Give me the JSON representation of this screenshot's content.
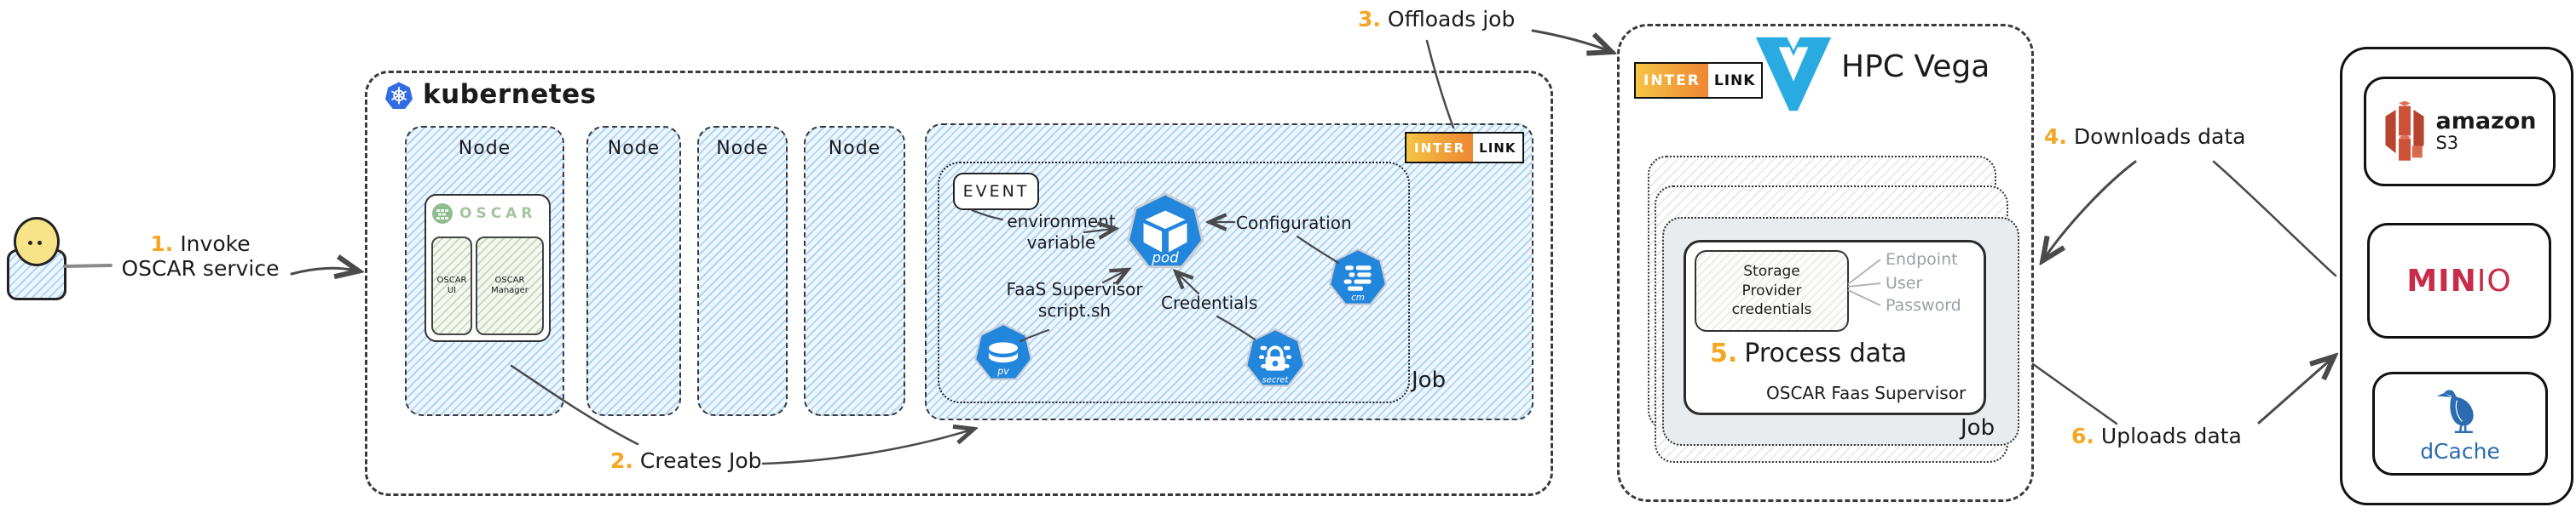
{
  "steps": {
    "s1": {
      "num": "1.",
      "label": "Invoke\nOSCAR service"
    },
    "s2": {
      "num": "2.",
      "label": "Creates Job"
    },
    "s3": {
      "num": "3.",
      "label": "Offloads job"
    },
    "s4": {
      "num": "4.",
      "label": "Downloads data"
    },
    "s5": {
      "num": "5.",
      "label": "Process data"
    },
    "s6": {
      "num": "6.",
      "label": "Uploads data"
    }
  },
  "kubernetes": {
    "title": "kubernetes",
    "node_label": "Node",
    "oscar": {
      "brand": "OSCAR",
      "ui": "OSCAR\nUI",
      "manager": "OSCAR\nManager"
    },
    "event": "EVENT",
    "env_var": "environment\nvariable",
    "configuration": "Configuration",
    "faas": "FaaS Supervisor\nscript.sh",
    "credentials": "Credentials",
    "icons": {
      "pod": "pod",
      "pv": "pv",
      "cm": "cm",
      "secret": "secret"
    },
    "job": "Job"
  },
  "interlink": {
    "left": "INTER",
    "right": "LINK"
  },
  "hpc": {
    "title": "HPC Vega",
    "creds_box": "Storage\nProvider\ncredentials",
    "fields": [
      "Endpoint",
      "User",
      "Password"
    ],
    "supervisor": "OSCAR Faas Supervisor",
    "job": "Job"
  },
  "storage": {
    "s3_line1": "amazon",
    "s3_line2": "S3",
    "minio_bold": "MIN",
    "minio_light": "IO",
    "dcache": "dCache"
  },
  "colors": {
    "accent_orange": "#F5A623",
    "k8s_blue": "#326CE5",
    "icon_blue": "#2386dd",
    "vega_cyan": "#29ABE2",
    "minio_red": "#C72C49",
    "dcache_blue": "#2b6cb0"
  }
}
